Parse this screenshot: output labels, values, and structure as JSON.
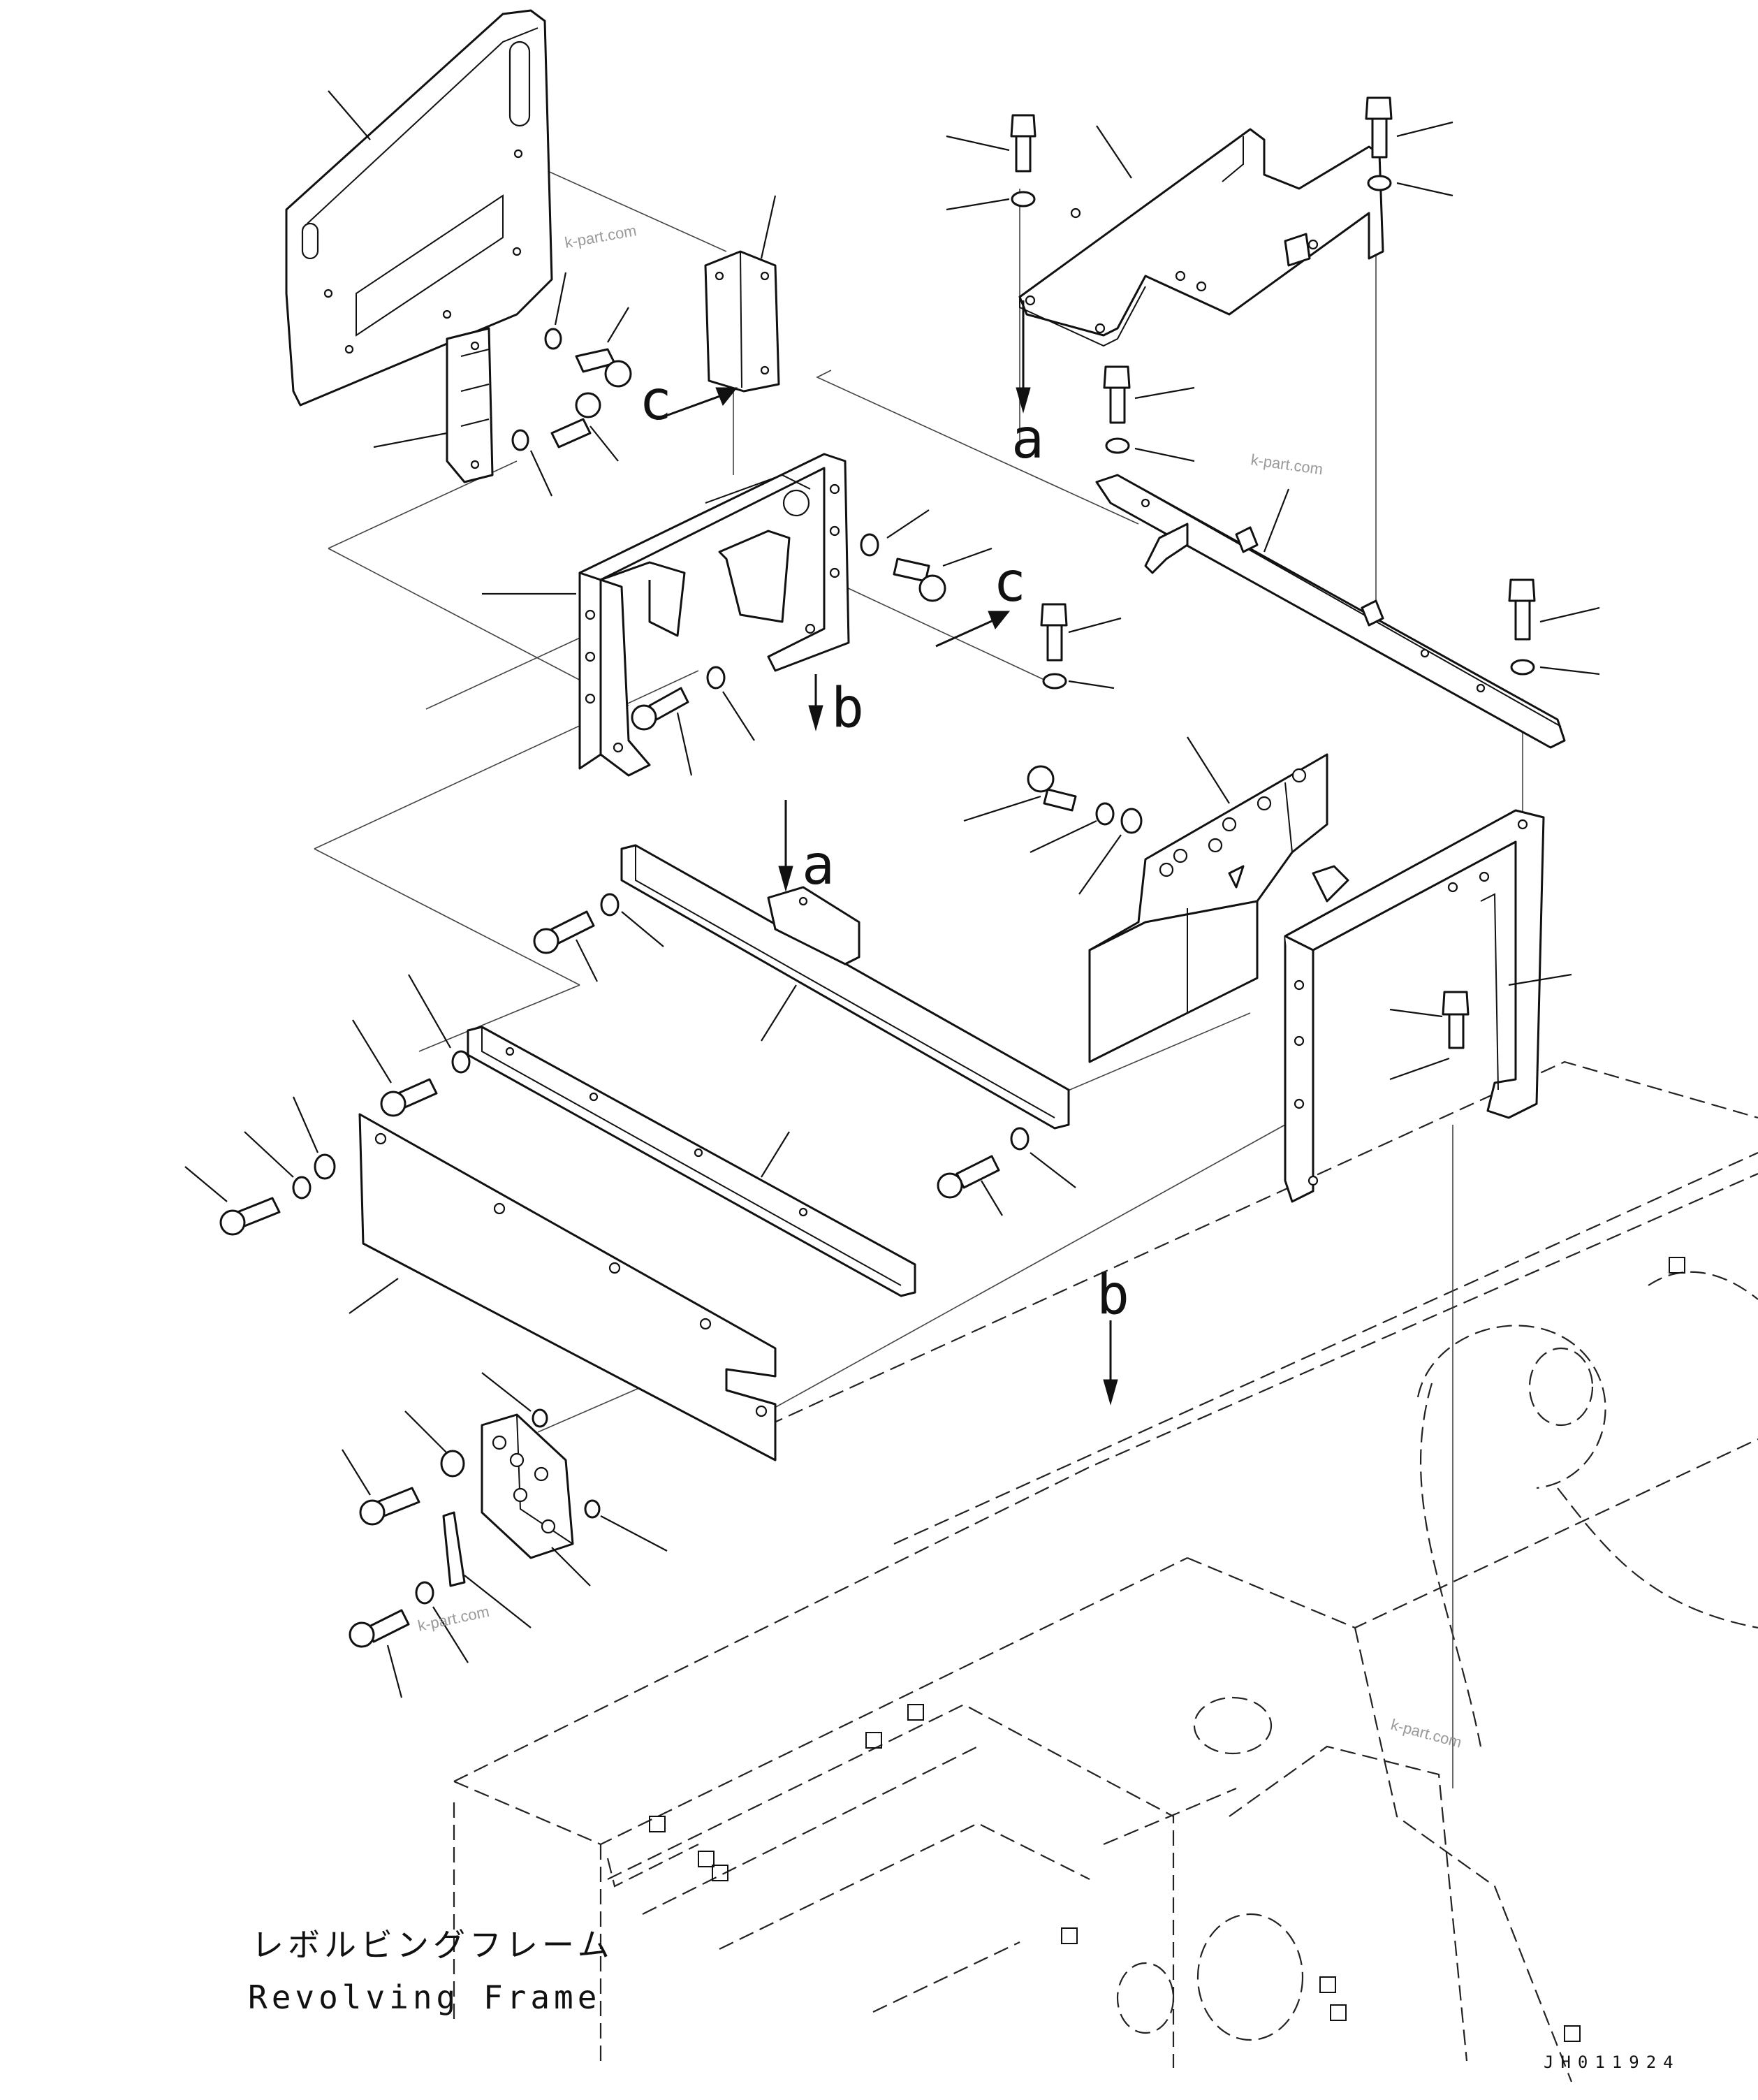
{
  "frame_label_jp": "レボルビングフレーム",
  "frame_label_en": "Revolving Frame",
  "drawing_code": "JH011924",
  "view_letters": {
    "a": "a",
    "b": "b",
    "c": "c"
  },
  "watermark": "k-part.com",
  "colors": {
    "line": "#111111",
    "background": "#ffffff",
    "watermark": "#9a9a9a"
  }
}
